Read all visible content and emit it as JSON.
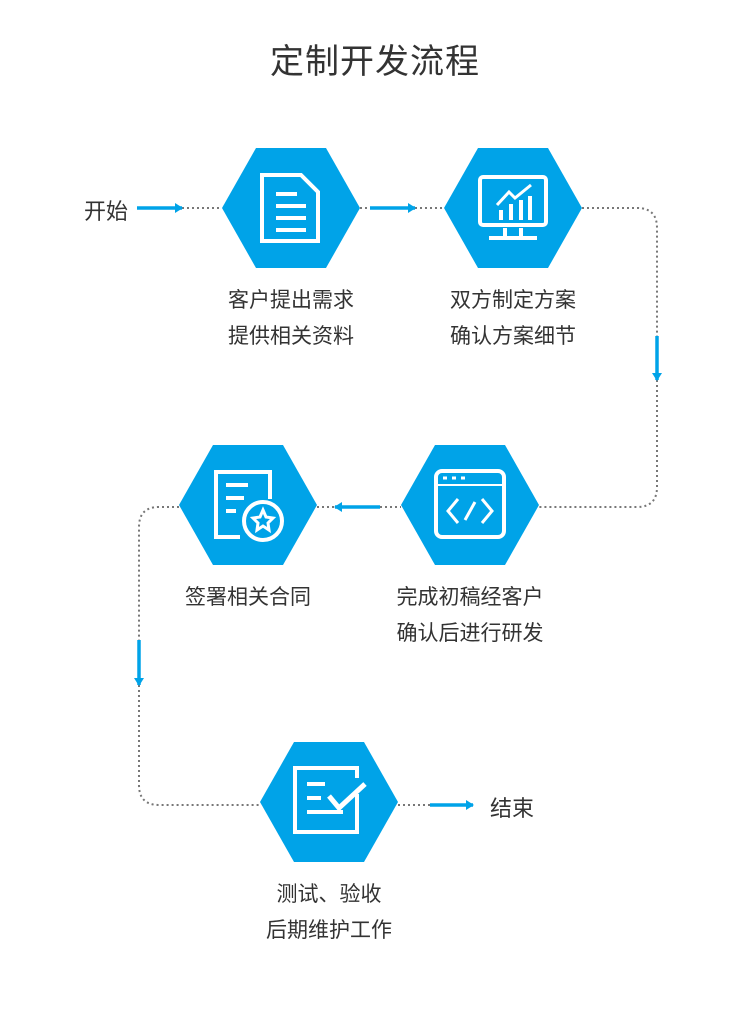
{
  "title": "定制开发流程",
  "start_label": "开始",
  "end_label": "结束",
  "accent_color": "#00a3e8",
  "steps": [
    {
      "icon": "document-icon",
      "line1": "客户提出需求",
      "line2": "提供相关资料"
    },
    {
      "icon": "monitor-chart-icon",
      "line1": "双方制定方案",
      "line2": "确认方案细节"
    },
    {
      "icon": "code-window-icon",
      "line1": "完成初稿经客户",
      "line2": "确认后进行研发"
    },
    {
      "icon": "contract-star-icon",
      "line1": "签署相关合同",
      "line2": ""
    },
    {
      "icon": "checklist-icon",
      "line1": "测试、验收",
      "line2": "后期维护工作"
    }
  ]
}
